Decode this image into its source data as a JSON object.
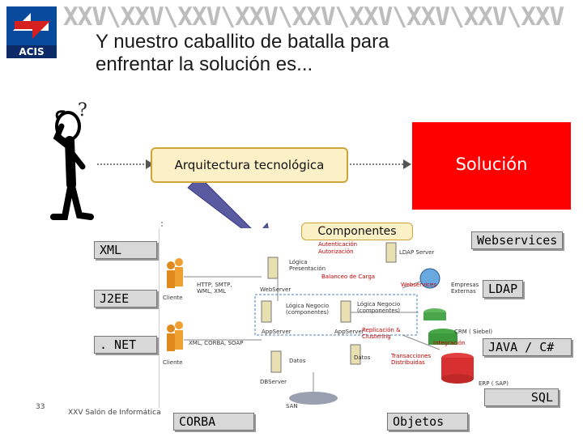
{
  "header": {
    "logo_text": "ACIS",
    "banner": "XXV\\XXV\\XXV\\XXV\\XXV\\XXV\\XXV\\XXV\\XXV",
    "title_line1": "Y nuestro caballito de batalla para",
    "title_line2": "enfrentar la solución es..."
  },
  "flow": {
    "question_mark": "?",
    "arquitectura": "Arquitectura tecnológica",
    "solucion": "Solución"
  },
  "tags": {
    "componentes": "Componentes",
    "webservices": "Webservices",
    "xml": "XML",
    "j2ee": "J2EE",
    "net": ". NET",
    "ldap": "LDAP",
    "java_cs": "JAVA / C#",
    "sql": "SQL",
    "corba": "CORBA",
    "objetos": "Objetos"
  },
  "diagram": {
    "autenticacion": "Autenticación",
    "autorizacion": "Autorización",
    "ldap_server": "LDAP Server",
    "logica_presentacion": "Lógica Presentación",
    "balanceo": "Balanceo de Carga",
    "webservices": "Webservices",
    "empresas_externas": "Empresas Externas",
    "protocols1": "HTTP, SMTP, WML, XML",
    "cliente1": "Cliente",
    "webserver": "WebServer",
    "logica_negocio1": "Lógica Negocio (componentes)",
    "logica_negocio2": "Lógica Negocio (componentes)",
    "appserver1": "AppServer",
    "appserver2": "AppServer",
    "replicacion": "Replicación & Clustering",
    "crm": "CRM ( Siebel)",
    "integracion": "Integración",
    "protocols2": "XML, CORBA, SOAP",
    "cliente2": "Cliente",
    "datos1": "Datos",
    "datos2": "Datos",
    "transacciones": "Transacciones Distribuidas",
    "erp": "ERP ( SAP)",
    "dbserver": "DBServer",
    "san": "SAN"
  },
  "footer": {
    "page_number": "33",
    "event": "XXV Salón de Informática"
  },
  "colors": {
    "solucion_bg": "#ff0000",
    "pill_bg": "#fbf0c6",
    "pill_border": "#cfa43a",
    "arrow": "#5a5aa0",
    "tag_bg": "#d8d8d8"
  }
}
